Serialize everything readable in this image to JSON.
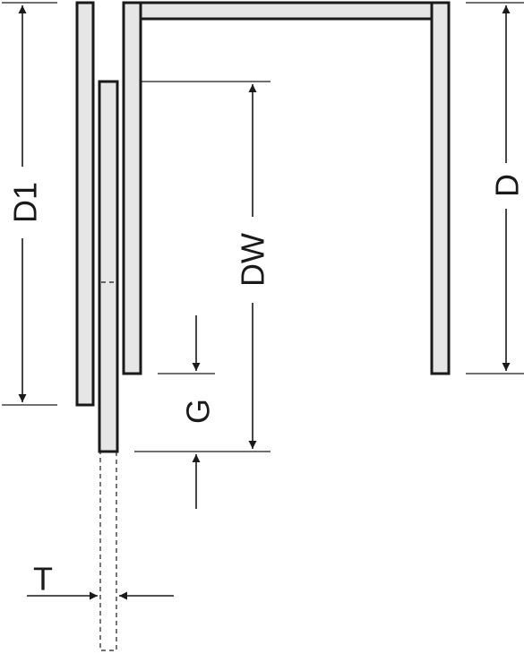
{
  "labels": {
    "d1": "D1",
    "dw": "DW",
    "d": "D",
    "g": "G",
    "t": "T"
  },
  "colors": {
    "panel_fill": "#e6e6e6",
    "stroke": "#1a1a1a",
    "background": "#ffffff"
  }
}
